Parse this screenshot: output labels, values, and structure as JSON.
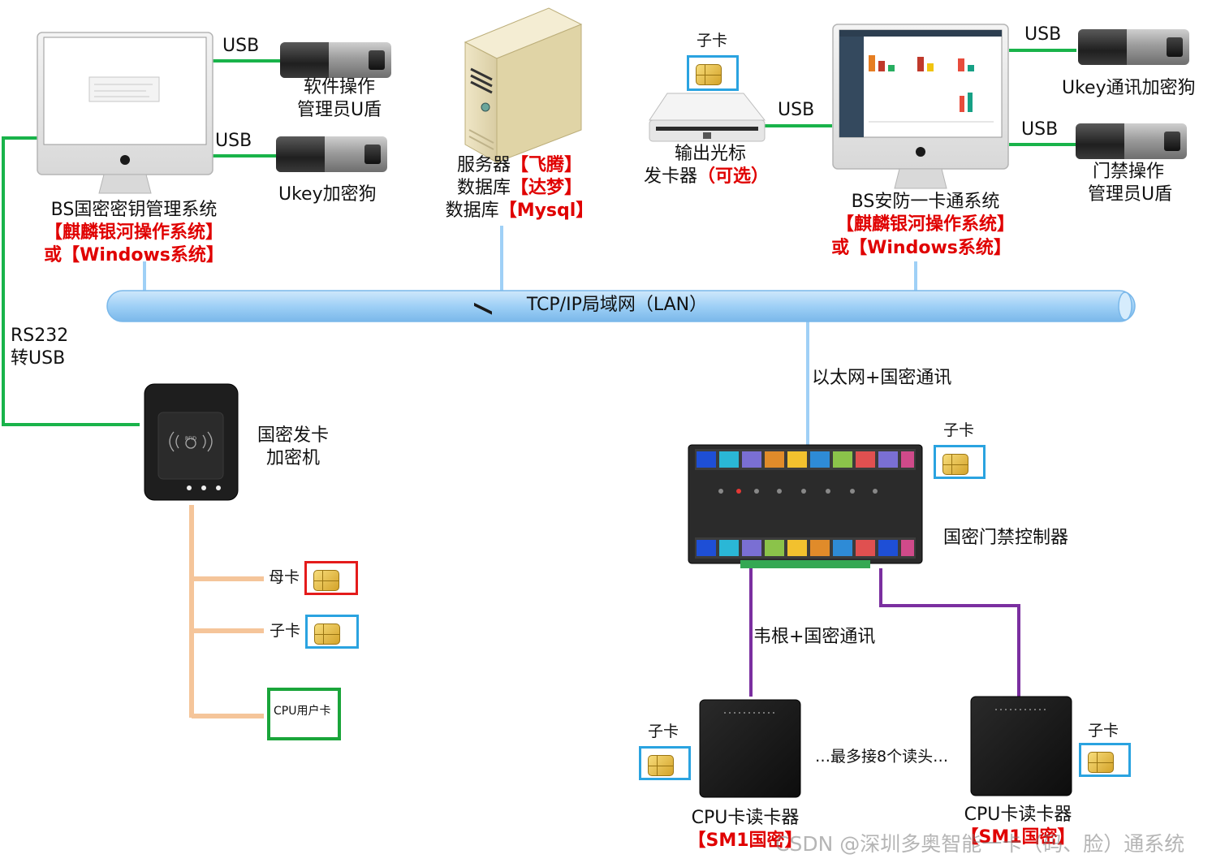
{
  "left_monitor": {
    "title": "BS国密密钥管理系统",
    "os_line1": "【麒麟银河操作系统】",
    "os_line2": "或【Windows系统】",
    "usb_top": "USB",
    "usb_bottom": "USB",
    "key_top_line1": "软件操作",
    "key_top_line2": "管理员U盾",
    "key_bottom": "Ukey加密狗"
  },
  "server": {
    "line1_prefix": "服务器",
    "line1_red": "【飞腾】",
    "line2_prefix": "数据库",
    "line2_red": "【达梦】",
    "line3_prefix": "数据库",
    "line3_red": "【Mysql】"
  },
  "card_issuer": {
    "card_label": "子卡",
    "usb": "USB",
    "line1": "输出光标",
    "line2_prefix": "发卡器",
    "line2_red": "（可选）"
  },
  "right_monitor": {
    "title": "BS安防一卡通系统",
    "os_line1": "【麒麟银河操作系统】",
    "os_line2": "或【Windows系统】",
    "usb_top": "USB",
    "usb_bottom": "USB",
    "key_top": "Ukey通讯加密狗",
    "key_bottom_line1": "门禁操作",
    "key_bottom_line2": "管理员U盾"
  },
  "lan": {
    "label": "TCP/IP局域网（LAN）"
  },
  "rs232": {
    "line1": "RS232",
    "line2": "转USB"
  },
  "encryptor": {
    "line1": "国密发卡",
    "line2": "加密机",
    "cards": [
      "母卡",
      "子卡",
      "CPU用户卡"
    ]
  },
  "ethernet_label": "以太网+国密通讯",
  "controller": {
    "card_label": "子卡",
    "label": "国密门禁控制器"
  },
  "wiegand_label": "韦根+国密通讯",
  "max_readers": "…最多接8个读头…",
  "reader_left": {
    "card_label": "子卡",
    "line1": "CPU卡读卡器",
    "line2": "【SM1国密】"
  },
  "reader_right": {
    "card_label": "子卡",
    "line1": "CPU卡读卡器",
    "line2": "【SM1国密】"
  },
  "watermark": "CSDN @深圳多奥智能一卡（码、脸）通系统",
  "colors": {
    "green": "#19b34a",
    "lan_blue": "#9fd0f6",
    "orange": "#f5c59a",
    "purple": "#7b2fa0",
    "red": "#e00000",
    "card_blue": "#2aa3e0",
    "card_red": "#e41b1b",
    "card_green": "#1aa53a"
  }
}
